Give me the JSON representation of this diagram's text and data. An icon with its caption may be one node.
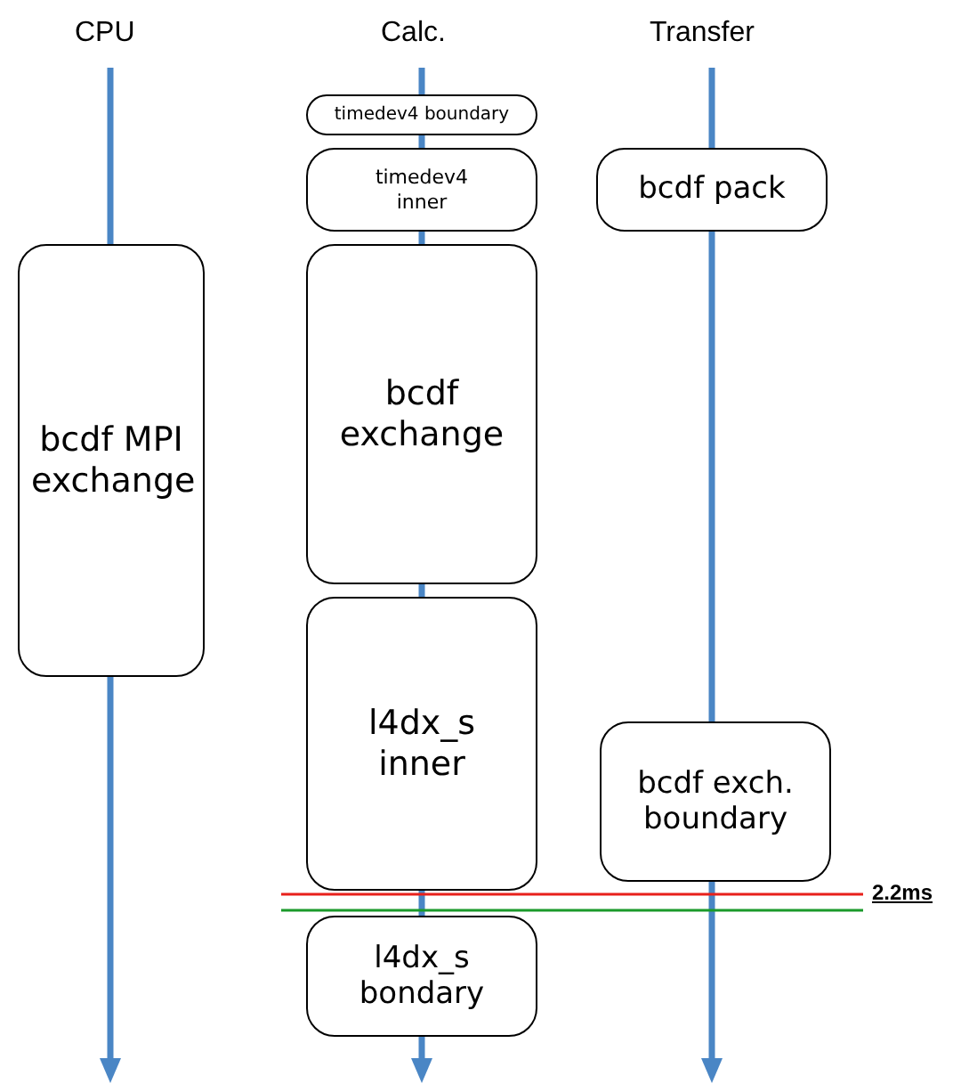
{
  "diagram": {
    "nodes": [
      {
        "text": [
          "bcdf MPI exchange"
        ]
      },
      {
        "text": [
          "timedev4 boundary"
        ]
      },
      {
        "text": [
          "timedev4 inner"
        ]
      },
      {
        "text": [
          "bcdf exchange"
        ]
      },
      {
        "text": [
          "l4dx_s inner"
        ]
      },
      {
        "text": [
          "l4dx_s bondary"
        ]
      },
      {
        "text": [
          "bcdf pack"
        ]
      },
      {
        "text": [
          "bcdf exch. boundary"
        ]
      }
    ],
    "edges": [],
    "labels": [
      "CPU",
      "Calc.",
      "Transfer",
      "2.2ms"
    ]
  }
}
